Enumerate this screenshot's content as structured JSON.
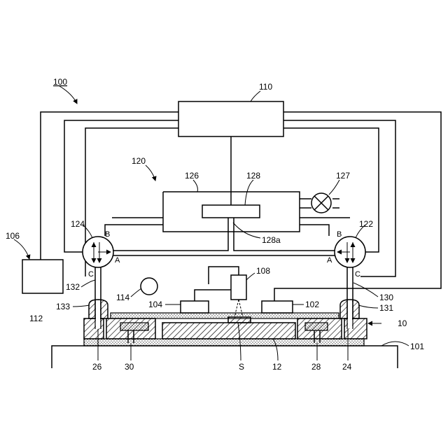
{
  "labels": {
    "system": "100",
    "controller": "110",
    "fluid_unit": "120",
    "chamber": "126",
    "pump": "128",
    "pump_shaft": "128a",
    "pressure_source": "127",
    "valve_right": "122",
    "valve_left": "124",
    "power_source": "106",
    "power_out": "112",
    "camera": "108",
    "sensor": "114",
    "probe_left": "104",
    "probe_right": "102",
    "plate": "10",
    "stage": "101",
    "line_left": "132",
    "line_right": "130",
    "seal_left": "133",
    "seal_right": "131",
    "port_left": "26",
    "port_right": "24",
    "well_left": "30",
    "well_right": "28",
    "sample": "S",
    "substrate": "12"
  },
  "ports": {
    "left": {
      "a": "A",
      "b": "B",
      "c": "C"
    },
    "right": {
      "a": "A",
      "b": "B",
      "c": "C"
    }
  }
}
